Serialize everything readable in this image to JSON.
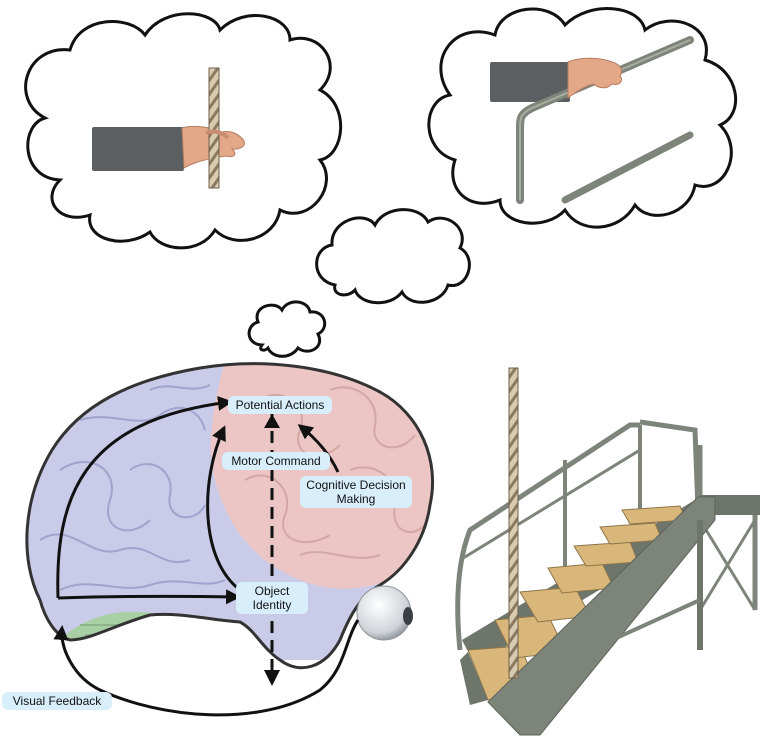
{
  "labels": {
    "potential_actions": "Potential Actions",
    "motor_command": "Motor Command",
    "cognitive_line1": "Cognitive Decision",
    "cognitive_line2": "Making",
    "object_line1": "Object",
    "object_line2": "Identity",
    "visual_feedback": "Visual Feedback"
  },
  "colors": {
    "frontal_lobe": "#ecc6c4",
    "posterior_cortex": "#c9cbe8",
    "cerebellum": "#a9cfa4",
    "label_bg": "#d9eefb",
    "stair_metal": "#7d8479",
    "stair_wood": "#d9b77a",
    "sleeve": "#5c5f62",
    "skin": "#e2a888"
  },
  "icons": [
    "eye-icon",
    "rope-icon",
    "handrail-icon",
    "staircase-icon",
    "brain-icon"
  ]
}
